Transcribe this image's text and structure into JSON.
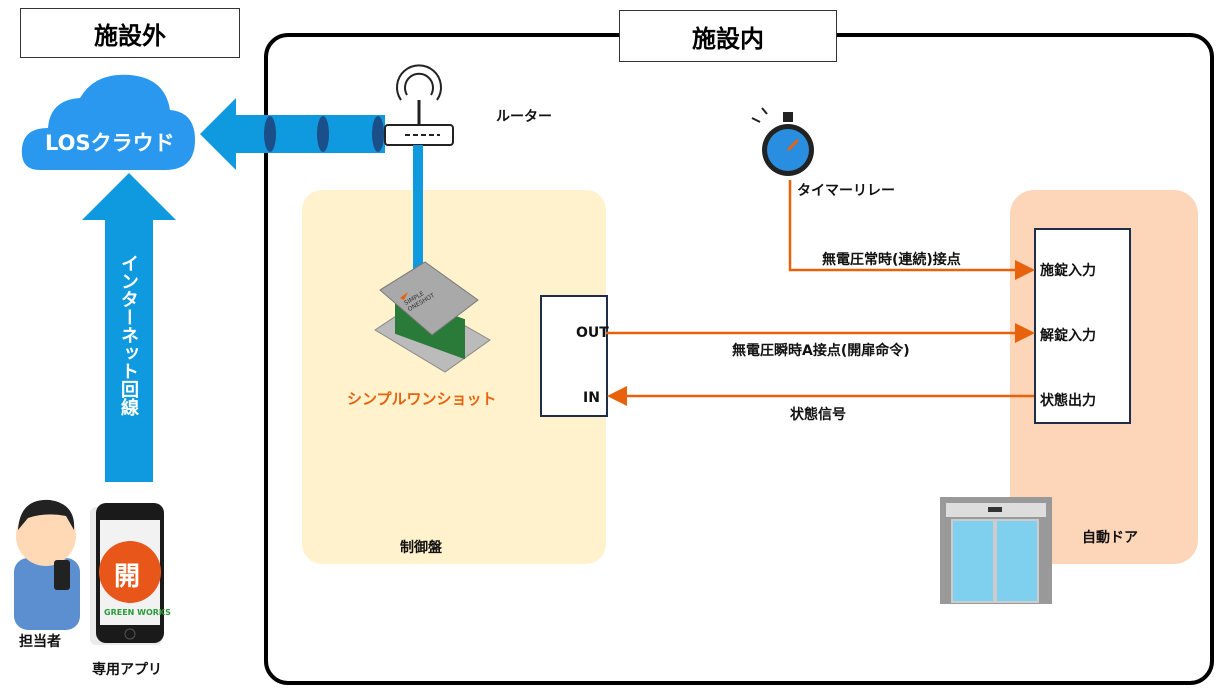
{
  "outside_label": "施設外",
  "inside_label": "施設内",
  "cloud_label": "LOSクラウド",
  "internet_label": "インターネット回線",
  "router_label": "ルーター",
  "timer_label": "タイマーリレー",
  "device_label": "シンプルワンショット",
  "device_plate_text": "SIMPLE ONESHOT",
  "panel_label": "制御盤",
  "door_label": "自動ドア",
  "person_label": "担当者",
  "app_label": "専用アプリ",
  "app_button": "開",
  "app_brand": "GREEN WORKS",
  "ports": {
    "out": "OUT",
    "in": "IN"
  },
  "door_inputs": [
    "施錠入力",
    "解錠入力",
    "状態出力"
  ],
  "signals": {
    "lock": "無電圧常時(連続)接点",
    "unlock": "無電圧瞬時A接点(開扉命令)",
    "status": "状態信号"
  },
  "colors": {
    "orange": "#e8620e",
    "blue": "#0f9ae0",
    "panel": "#fff2cc",
    "door_zone": "#fdd5b8"
  }
}
